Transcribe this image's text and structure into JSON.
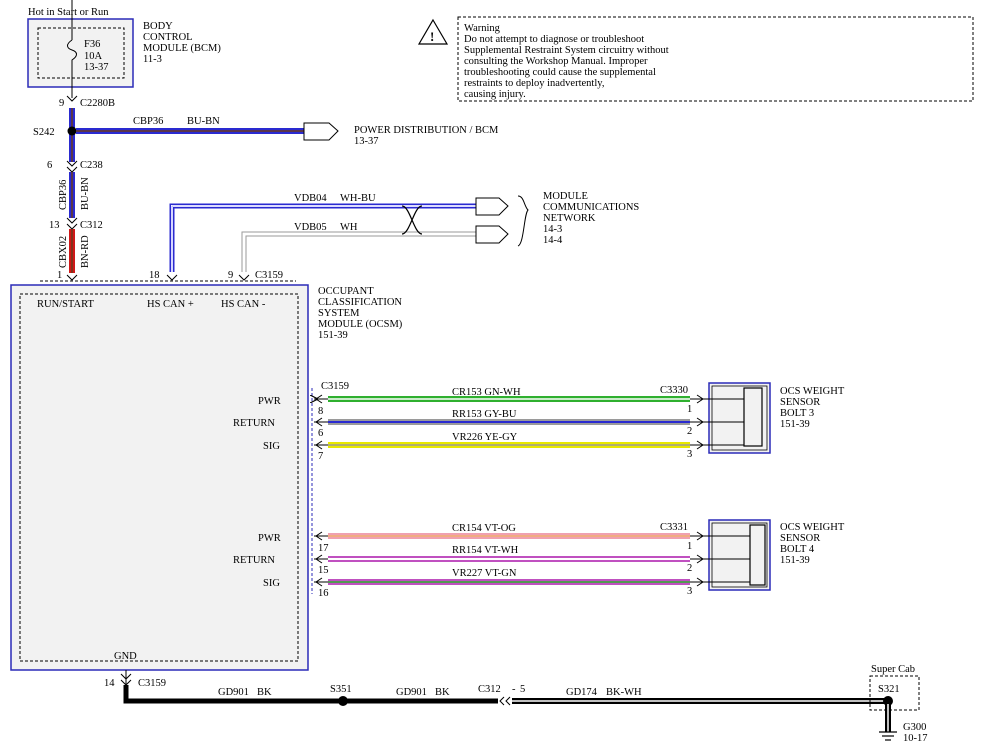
{
  "fuse": {
    "power_source": "Hot in Start or Run",
    "id": "F36",
    "rating": "10A",
    "ref": "13-37"
  },
  "bcm": {
    "line1": "BODY",
    "line2": "CONTROL",
    "line3": "MODULE (BCM)",
    "ref": "11-3"
  },
  "warning": {
    "lines": [
      "Warning",
      "Do not attempt to diagnose or troubleshoot",
      "Supplemental Restraint System circuitry without",
      "consulting the Workshop Manual. Improper",
      "troubleshooting could cause the supplemental",
      "restraints to deploy inadvertently,",
      "causing injury."
    ]
  },
  "connectors": {
    "c2280b": {
      "pin": "9",
      "name": "C2280B"
    },
    "s242": "S242",
    "c238": {
      "pin": "6",
      "name": "C238"
    },
    "c312_top": {
      "pin": "13",
      "name": "C312"
    },
    "ocsm_pin1": "1",
    "c3159_top": {
      "pin_hs_plus": "18",
      "pin_hs_minus": "9",
      "name": "C3159"
    },
    "c3159_right": "C3159",
    "c3159_gnd": {
      "pin": "14",
      "name": "C3159"
    },
    "s351": "S351",
    "c312_bottom": {
      "name": "C312",
      "pin": "5"
    },
    "s321": "S321",
    "g300": {
      "name": "G300",
      "ref": "10-17"
    }
  },
  "wires": {
    "cbp36_horiz": {
      "circuit": "CBP36",
      "color": "BU-BN"
    },
    "cbp36_vert": {
      "circuit": "CBP36",
      "color": "BU-BN"
    },
    "cbx02": {
      "circuit": "CBX02",
      "color": "BN-RD"
    },
    "vdb04": {
      "circuit": "VDB04",
      "color": "WH-BU"
    },
    "vdb05": {
      "circuit": "VDB05",
      "color": "WH"
    },
    "gd901_a": {
      "circuit": "GD901",
      "color": "BK"
    },
    "gd901_b": {
      "circuit": "GD901",
      "color": "BK"
    },
    "gd174": {
      "circuit": "GD174",
      "color": "BK-WH"
    }
  },
  "power_dist": {
    "line1": "POWER DISTRIBUTION / BCM",
    "ref": "13-37"
  },
  "network": {
    "line1": "MODULE",
    "line2": "COMMUNICATIONS",
    "line3": "NETWORK",
    "ref1": "14-3",
    "ref2": "14-4"
  },
  "ocsm": {
    "title_lines": [
      "OCCUPANT",
      "CLASSIFICATION",
      "SYSTEM",
      "MODULE (OCSM)",
      "151-39"
    ],
    "pin_run_start": "RUN/START",
    "pin_hs_can_plus": "HS CAN +",
    "pin_hs_can_minus": "HS CAN -",
    "pin_gnd": "GND"
  },
  "sensor3": {
    "connector": "C3330",
    "title_lines": [
      "OCS WEIGHT",
      "SENSOR",
      "BOLT 3",
      "151-39"
    ],
    "pins": [
      {
        "label": "PWR",
        "ocsm_pin": "8",
        "circuit": "CR153 GN-WH",
        "sensor_pin": "1"
      },
      {
        "label": "RETURN",
        "ocsm_pin": "6",
        "circuit": "RR153 GY-BU",
        "sensor_pin": "2"
      },
      {
        "label": "SIG",
        "ocsm_pin": "7",
        "circuit": "VR226 YE-GY",
        "sensor_pin": "3"
      }
    ]
  },
  "sensor4": {
    "connector": "C3331",
    "title_lines": [
      "OCS WEIGHT",
      "SENSOR",
      "BOLT 4",
      "151-39"
    ],
    "pins": [
      {
        "label": "PWR",
        "ocsm_pin": "17",
        "circuit": "CR154 VT-OG",
        "sensor_pin": "1"
      },
      {
        "label": "RETURN",
        "ocsm_pin": "15",
        "circuit": "RR154 VT-WH",
        "sensor_pin": "2"
      },
      {
        "label": "SIG",
        "ocsm_pin": "16",
        "circuit": "VR227 VT-GN",
        "sensor_pin": "3"
      }
    ]
  },
  "super_cab": "Super Cab",
  "colors": {
    "module_border": "#2b2bb8",
    "blue": "#2a2ad0",
    "brown": "#6b3a1e",
    "red": "#d01818",
    "green": "#2fb02f",
    "gray": "#9a9a9a",
    "yellow": "#e8e800",
    "pink": "#f0a0b0",
    "violet": "#c050c0",
    "orange": "#f0b070"
  }
}
